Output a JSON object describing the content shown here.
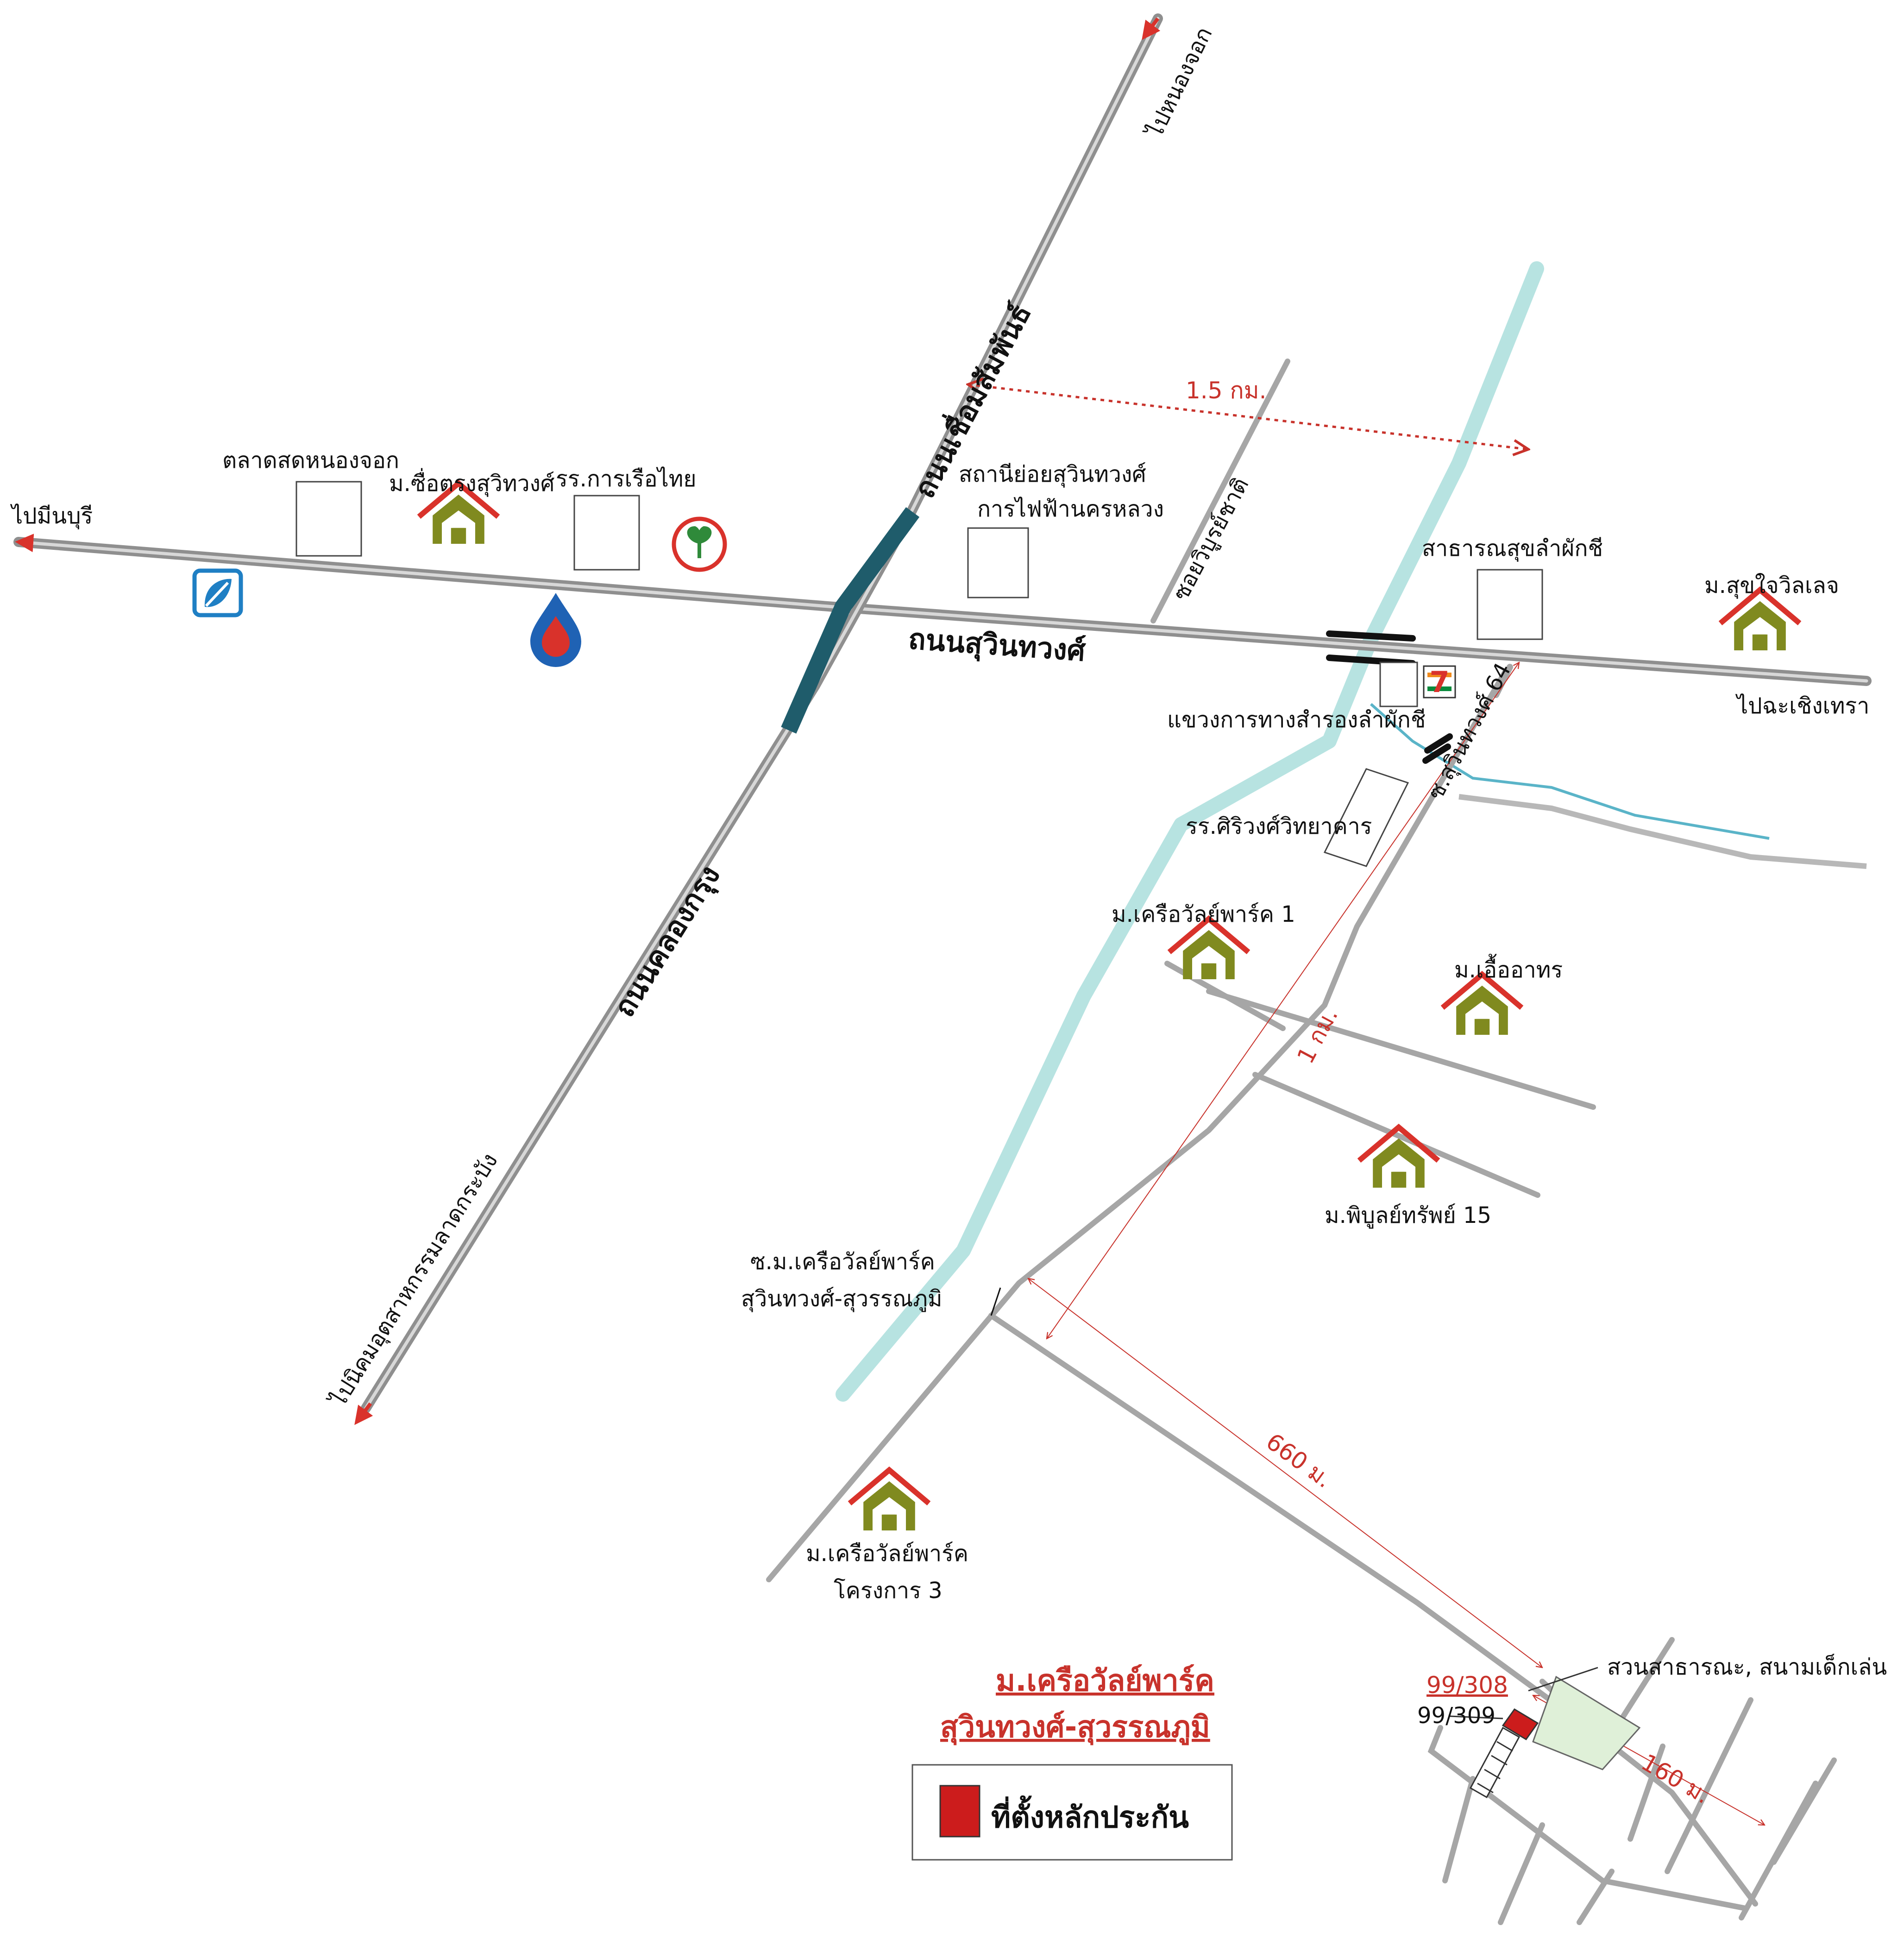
{
  "colors": {
    "road": "#a6a6a6",
    "road_major_edge": "#8f8f8f",
    "canal": "#b7e3e1",
    "stream": "#5ab4c8",
    "flyover": "#1f5c6b",
    "house_roof": "#d9322b",
    "house_body": "#808a1f",
    "accent_red": "#c8322b",
    "collateral": "#cc1c1c",
    "park": "#dff0d8"
  },
  "roads": {
    "suwinthawong": "ถนนสุวินทวงศ์",
    "chuem_samphan": "ถนนเชื่อมสัมพันธ์",
    "khlong_krung": "ถนนคลองกรุง",
    "soi_suwinthawong_64": "ซ.สุวินทวงศ์ 64",
    "soi_wiburiyachat": "ซอยวิบูรย์ชาติ"
  },
  "directions": {
    "to_nong_chok": "ไปหนองจอก",
    "to_min_buri": "ไปมีนบุรี",
    "to_chachoengsao": "ไปฉะเชิงเทรา",
    "to_lat_krabang": "ไปนิคมอุตสาหกรรมลาดกระบัง"
  },
  "places": {
    "market": "ตลาดสดหนองจอก",
    "village_chuetrong": "ม.ซื่อตรงสุวิทวงศ์",
    "school_kanruea": "รร.การเรือไทย",
    "substation_line1": "สถานีย่อยสุวินทวงศ์",
    "substation_line2": "การไฟฟ้านครหลวง",
    "health_center": "สาธารณสุขลำผักชี",
    "village_sukjai": "ม.สุขใจวิลเลจ",
    "highway_office": "แขวงการทางสำรองลำผักชี",
    "school_siriwong": "รร.ศิริวงศ์วิทยาคาร",
    "village_kruawan_1": "ม.เครือวัลย์พาร์ค 1",
    "village_uea_athon": "ม.เอื้ออาทร",
    "village_phibun_15": "ม.พิบูลย์ทรัพย์ 15",
    "soi_kruawan_line1": "ซ.ม.เครือวัลย์พาร์ค",
    "soi_kruawan_line2": "สุวินทวงศ์-สุวรรณภูมิ",
    "village_kruawan_3_line1": "ม.เครือวัลย์พาร์ค",
    "village_kruawan_3_line2": "โครงการ 3",
    "park": "สวนสาธารณะ, สนามเด็กเล่น",
    "plot_308": "99/308",
    "plot_309": "99/309"
  },
  "distances": {
    "d1": "1.5 กม.",
    "d2": "1 กม.",
    "d3": "660 ม.",
    "d4": "160 ม."
  },
  "brand_glyphs": {
    "seven_eleven": "7"
  },
  "title": {
    "line1": "ม.เครือวัลย์พาร์ค",
    "line2": "สุวินทวงศ์-สุวรรณภูมิ"
  },
  "legend": {
    "collateral_label": "ที่ตั้งหลักประกัน"
  },
  "icons": [
    "house-icon",
    "bank-leaf-icon",
    "fuel-drop-icon",
    "bank-logo-icon",
    "convenience-store-icon",
    "bridge-icon",
    "north-arrow-icon"
  ]
}
